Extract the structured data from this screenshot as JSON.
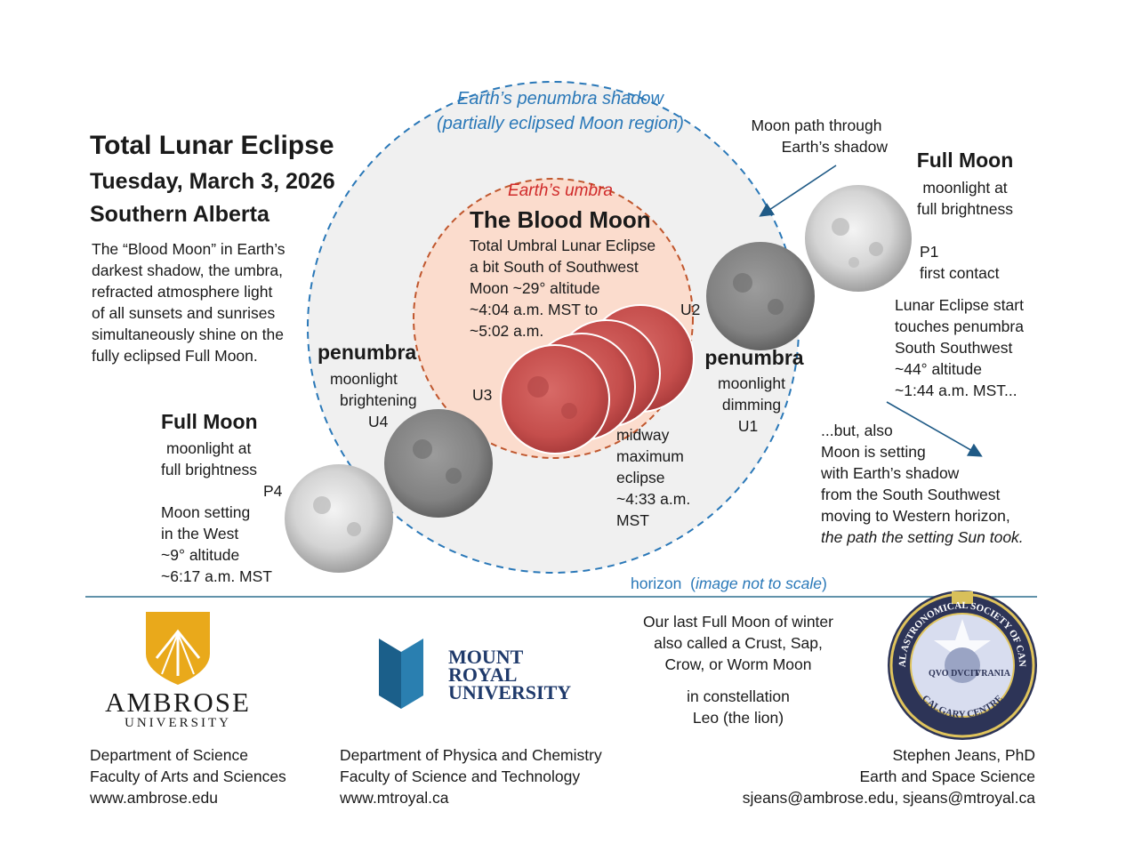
{
  "title": {
    "line1": "Total Lunar Eclipse",
    "line2": "Tuesday, March 3, 2026",
    "line3": "Southern Alberta"
  },
  "intro": [
    "The “Blood Moon” in Earth’s",
    "darkest shadow, the umbra,",
    "refracted atmosphere light",
    "of all sunsets and sunrises",
    "simultaneously shine on the",
    "fully eclipsed Full Moon."
  ],
  "penumbra_label": [
    "Earth’s penumbra shadow",
    "(partially eclipsed Moon region)"
  ],
  "umbra_label": "Earth’s umbra",
  "blood_moon": {
    "title": "The Blood Moon",
    "lines": [
      "Total Umbral Lunar Eclipse",
      "a bit South of Southwest",
      "Moon ~29° altitude",
      "~4:04 a.m. MST to",
      "~5:02 a.m."
    ]
  },
  "moon_path": [
    "Moon path through",
    "Earth’s shadow"
  ],
  "full_moon_right": {
    "title": "Full Moon",
    "lines": [
      "moonlight at",
      "full brightness"
    ]
  },
  "p1": [
    "P1",
    "first contact"
  ],
  "eclipse_start": [
    "Lunar Eclipse start",
    "touches penumbra",
    "South Southwest",
    "~44° altitude",
    "~1:44 a.m. MST..."
  ],
  "also": {
    "lines": [
      "...but, also",
      "Moon is setting",
      "with Earth’s shadow",
      "from the South Southwest",
      "moving to Western horizon,"
    ],
    "italic_line": "the path the setting Sun took."
  },
  "penumbra_right": {
    "title": "penumbra",
    "lines": [
      "moonlight",
      "dimming",
      "U1"
    ]
  },
  "penumbra_left": {
    "title": "penumbra",
    "lines": [
      "moonlight",
      "brightening",
      "U4"
    ]
  },
  "contact_labels": {
    "u2": "U2",
    "u3": "U3",
    "p4": "P4"
  },
  "midway": [
    "midway",
    "maximum",
    "eclipse",
    "~4:33 a.m.",
    "MST"
  ],
  "full_moon_left": {
    "title": "Full Moon",
    "lines": [
      "moonlight at",
      "full brightness"
    ]
  },
  "setting": [
    "Moon setting",
    "in the West",
    "~9° altitude",
    "~6:17 a.m. MST"
  ],
  "horizon": {
    "label": "horizon",
    "note": "image not to scale"
  },
  "winter_note": [
    "Our last Full Moon of winter",
    "also called a Crust, Sap,",
    "Crow, or Worm Moon"
  ],
  "constellation": [
    "in constellation",
    "Leo (the lion)"
  ],
  "ambrose": {
    "logo_name": "AMBROSE",
    "logo_sub": "UNIVERSITY",
    "lines": [
      "Department of Science",
      "Faculty of Arts and Sciences",
      "www.ambrose.edu"
    ]
  },
  "mru": {
    "logo_lines": [
      "MOUNT",
      "ROYAL",
      "UNIVERSITY"
    ],
    "lines": [
      "Department of Physica and Chemistry",
      "Faculty of Science and Technology",
      "www.mtroyal.ca"
    ]
  },
  "rasc": {
    "seal_top": "ROYAL ASTRONOMICAL SOCIETY OF CANADA",
    "seal_bottom": "CALGARY CENTRE",
    "seal_left": "QVO DVCIT",
    "seal_right": "VRANIA"
  },
  "author": [
    "Stephen Jeans, PhD",
    "Earth and Space Science",
    "sjeans@ambrose.edu, sjeans@mtroyal.ca"
  ],
  "colors": {
    "penumbra_fill": "#f0f0f0",
    "penumbra_stroke": "#2a78b8",
    "umbra_fill": "#fbdccd",
    "umbra_stroke": "#c0572e",
    "blood_moon": "#c9504f",
    "grey_moon": "#8a8a8a",
    "ambrose_gold": "#e9a91b",
    "mru_blue": "#1b5f8a",
    "mru_text": "#1f3a6b"
  }
}
